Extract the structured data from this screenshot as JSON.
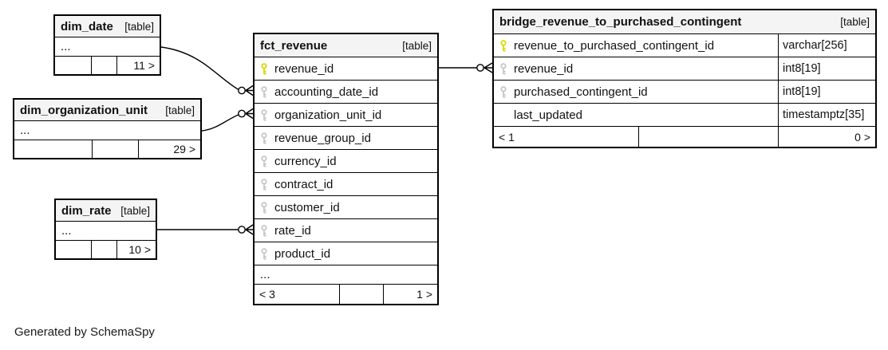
{
  "diagram": {
    "generated_note": "Generated by SchemaSpy",
    "colors": {
      "primary_key": "#d9d900",
      "foreign_key": "#c6c6c6",
      "header_bg": "#f4f4f4",
      "border": "#000000"
    },
    "tables": {
      "dim_date": {
        "name": "dim_date",
        "tag": "[table]",
        "more": "...",
        "footer": {
          "right": "11 >"
        }
      },
      "dim_organization_unit": {
        "name": "dim_organization_unit",
        "tag": "[table]",
        "more": "...",
        "footer": {
          "right": "29 >"
        }
      },
      "dim_rate": {
        "name": "dim_rate",
        "tag": "[table]",
        "more": "...",
        "footer": {
          "right": "10 >"
        }
      },
      "fct_revenue": {
        "name": "fct_revenue",
        "tag": "[table]",
        "columns": [
          {
            "name": "revenue_id",
            "key": "primary"
          },
          {
            "name": "accounting_date_id",
            "key": "foreign"
          },
          {
            "name": "organization_unit_id",
            "key": "foreign"
          },
          {
            "name": "revenue_group_id",
            "key": "foreign"
          },
          {
            "name": "currency_id",
            "key": "foreign"
          },
          {
            "name": "contract_id",
            "key": "foreign"
          },
          {
            "name": "customer_id",
            "key": "foreign"
          },
          {
            "name": "rate_id",
            "key": "foreign"
          },
          {
            "name": "product_id",
            "key": "foreign"
          }
        ],
        "more": "...",
        "footer": {
          "left": "< 3",
          "right": "1 >"
        }
      },
      "bridge_revenue_to_purchased_contingent": {
        "name": "bridge_revenue_to_purchased_contingent",
        "tag": "[table]",
        "columns": [
          {
            "name": "revenue_to_purchased_contingent_id",
            "type": "varchar[256]",
            "key": "primary"
          },
          {
            "name": "revenue_id",
            "type": "int8[19]",
            "key": "foreign"
          },
          {
            "name": "purchased_contingent_id",
            "type": "int8[19]",
            "key": "foreign"
          },
          {
            "name": "last_updated",
            "type": "timestamptz[35]",
            "key": "none"
          }
        ],
        "footer": {
          "left": "< 1",
          "right": "0 >"
        }
      }
    }
  }
}
